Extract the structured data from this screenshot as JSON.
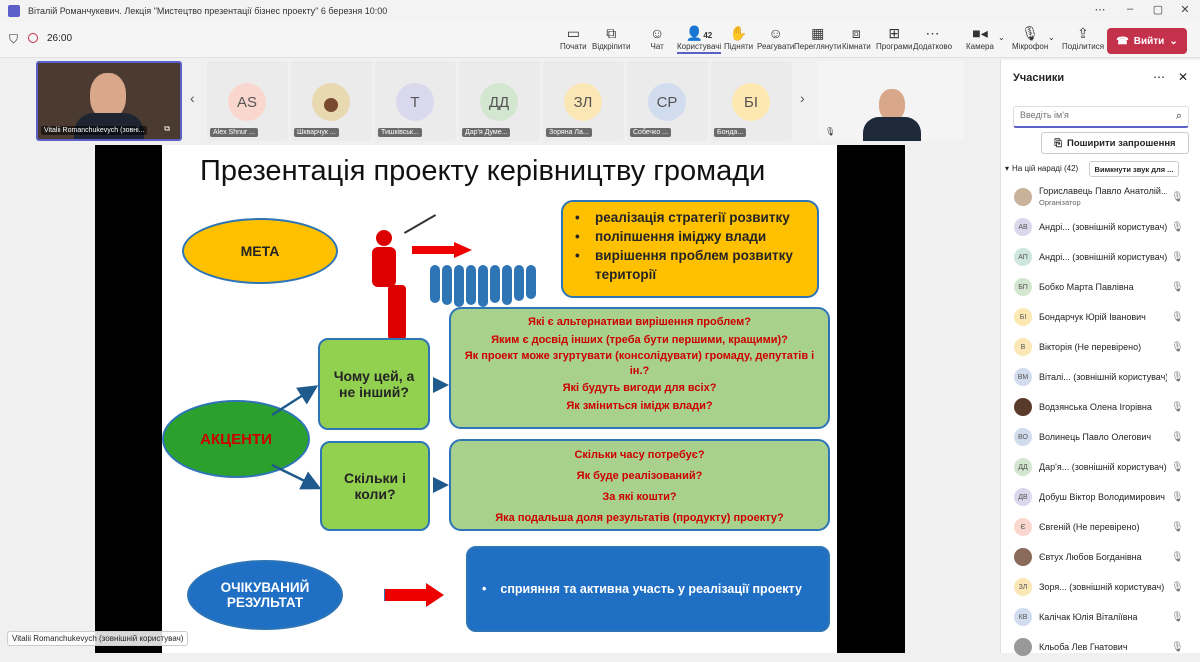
{
  "window": {
    "title": "Віталій Романчукевич. Лекція \"Мистецтво презентації бізнес проекту\" 6 березня 10:00"
  },
  "meeting": {
    "timer": "26:00"
  },
  "toolbar": {
    "items": [
      {
        "label": "Почати",
        "icon": "screen-icon"
      },
      {
        "label": "Відкріпити",
        "icon": "unpin-icon"
      },
      {
        "label": "Чат",
        "icon": "chat-icon"
      },
      {
        "label": "Користувачі",
        "icon": "people-icon",
        "count": "42"
      },
      {
        "label": "Підняти",
        "icon": "hand-icon"
      },
      {
        "label": "Реагувати",
        "icon": "smile-icon"
      },
      {
        "label": "Переглянути",
        "icon": "view-icon"
      },
      {
        "label": "Кімнати",
        "icon": "rooms-icon"
      },
      {
        "label": "Програми",
        "icon": "plus-icon"
      },
      {
        "label": "Додатково",
        "icon": "more-icon"
      },
      {
        "label": "Камера",
        "icon": "camera-icon"
      },
      {
        "label": "Мікрофон",
        "icon": "mic-icon"
      },
      {
        "label": "Поділитися",
        "icon": "share-icon"
      }
    ],
    "leave": "Вийти"
  },
  "thumbnails": [
    {
      "name": "Vitalii Romanchukevych (зовні...",
      "initials": "",
      "color": "#5a4a3a"
    },
    {
      "name": "Alex Shnur ...",
      "initials": "AS",
      "color": "#f9d7cf"
    },
    {
      "name": "Шкварчук ...",
      "initials": "",
      "color": "#e8d9b0"
    },
    {
      "name": "Тишківськ...",
      "initials": "Т",
      "color": "#dad8ec"
    },
    {
      "name": "Дар'я Думе...",
      "initials": "ДД",
      "color": "#d3e6cf"
    },
    {
      "name": "Зоряна Ла...",
      "initials": "ЗЛ",
      "color": "#fbe6b6"
    },
    {
      "name": "Собечко ...",
      "initials": "СР",
      "color": "#d1dcee"
    },
    {
      "name": "Бонда...",
      "initials": "БІ",
      "color": "#fce8b0"
    }
  ],
  "speaker_caption": "Vitalii Romanchukevych (зовнішній користувач)",
  "slide": {
    "title": "Презентація проекту керівництву громади",
    "meta": "МЕТА",
    "goals": [
      "реалізація стратегії розвитку",
      "поліпшення іміджу влади",
      "вирішення проблем розвитку території"
    ],
    "accent": "АКЦЕНТИ",
    "why": "Чому цей, а не інший?",
    "why_items": [
      "Які є альтернативи вирішення проблем?",
      "Яким є досвід інших (треба бути першими, кращими)?",
      "Як проект може згуртувати (консолідувати) громаду, депутатів і ін.?",
      "Які будуть вигоди для всіх?",
      "Як зміниться імідж влади?"
    ],
    "when": "Скільки і коли?",
    "when_items": [
      "Скільки часу потребує?",
      "Як буде реалізований?",
      "За які кошти?",
      "Яка подальша доля результатів (продукту) проекту?"
    ],
    "result": "ОЧІКУВАНИЙ РЕЗУЛЬТАТ",
    "result_item": "сприяння та активна участь у реалізації проекту"
  },
  "participants_panel": {
    "title": "Учасники",
    "search_placeholder": "Введіть ім'я",
    "share_invite": "Поширити запрошення",
    "in_meeting": "На цій нараді (42)",
    "mute_all": "Вимкнути звук для ...",
    "people": [
      {
        "initials": "",
        "name": "Гориславець Павло Анатолій...",
        "sub": "Організатор",
        "color": "#c9b29a"
      },
      {
        "initials": "АВ",
        "name": "Андрі... (зовнішній користувач)",
        "color": "#dad8ec"
      },
      {
        "initials": "АП",
        "name": "Андрі... (зовнішній користувач)",
        "color": "#cfe6df"
      },
      {
        "initials": "БП",
        "name": "Бобко Марта Павлівна",
        "color": "#d3e6cf"
      },
      {
        "initials": "БІ",
        "name": "Бондарчук Юрій Іванович",
        "color": "#fce8b0"
      },
      {
        "initials": "В",
        "name": "Вікторія (Не перевірено)",
        "color": "#fbe6b6"
      },
      {
        "initials": "ВМ",
        "name": "Віталі... (зовнішній користувач)",
        "color": "#d1dcee"
      },
      {
        "initials": "",
        "name": "Водзянська Олена Ігорівна",
        "color": "#5a3a2a"
      },
      {
        "initials": "ВО",
        "name": "Волинець Павло Олегович",
        "color": "#d1dcee"
      },
      {
        "initials": "ДД",
        "name": "Дар'я... (зовнішній користувач)",
        "color": "#d3e6cf"
      },
      {
        "initials": "ДВ",
        "name": "Добуш Віктор Володимирович",
        "color": "#dad8ec"
      },
      {
        "initials": "Є",
        "name": "Євгеній (Не перевірено)",
        "color": "#f9d7cf"
      },
      {
        "initials": "",
        "name": "Євтух Любов Богданівна",
        "color": "#8a6a5a"
      },
      {
        "initials": "ЗЛ",
        "name": "Зоря... (зовнішній користувач)",
        "color": "#fbe6b6"
      },
      {
        "initials": "КВ",
        "name": "Калічак Юлія Віталіївна",
        "color": "#d1dcee"
      },
      {
        "initials": "",
        "name": "Кльоба Лев Гнатович",
        "color": "#999999"
      }
    ]
  }
}
